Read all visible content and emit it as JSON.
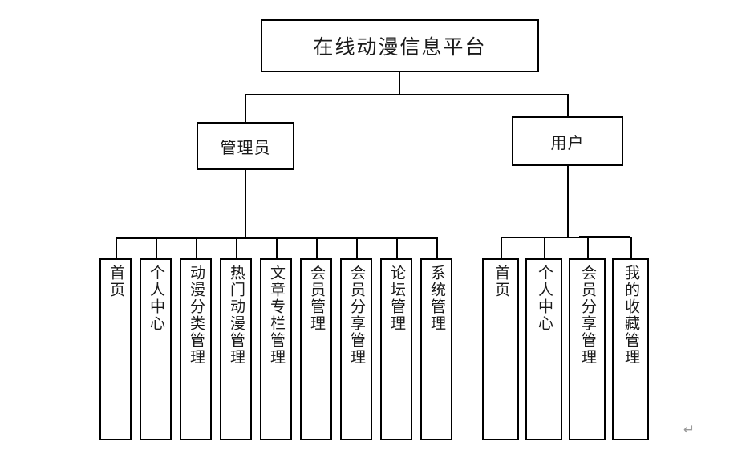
{
  "diagram": {
    "title_text": "在线动漫信息平台",
    "type": "system-function-structure-chart",
    "edit_mark": "↵",
    "colors": {
      "stroke": "#000000",
      "text": "#1a1a1a",
      "background": "#ffffff",
      "edit_mark": "#9a9a9a"
    },
    "root": {
      "label": "在线动漫信息平台"
    },
    "branches": [
      {
        "id": "admin",
        "label": "管理员",
        "children": [
          {
            "label": "首页"
          },
          {
            "label": "个人中心"
          },
          {
            "label": "动漫分类管理"
          },
          {
            "label": "热门动漫管理"
          },
          {
            "label": "文章专栏管理"
          },
          {
            "label": "会员管理"
          },
          {
            "label": "会员分享管理"
          },
          {
            "label": "论坛管理"
          },
          {
            "label": "系统管理"
          }
        ]
      },
      {
        "id": "user",
        "label": "用户",
        "children": [
          {
            "label": "首页"
          },
          {
            "label": "个人中心"
          },
          {
            "label": "会员分享管理"
          },
          {
            "label": "我的收藏管理"
          }
        ]
      }
    ]
  }
}
